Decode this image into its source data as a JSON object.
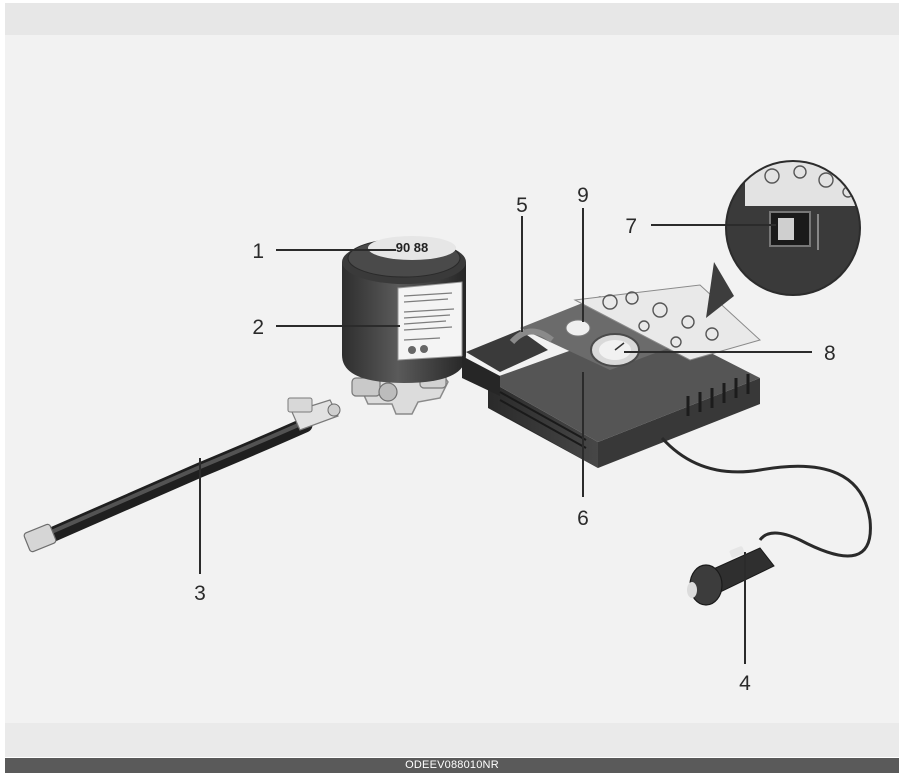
{
  "diagram": {
    "callouts": [
      {
        "number": "1"
      },
      {
        "number": "2"
      },
      {
        "number": "3"
      },
      {
        "number": "4"
      },
      {
        "number": "5"
      },
      {
        "number": "6"
      },
      {
        "number": "7"
      },
      {
        "number": "8"
      },
      {
        "number": "9"
      }
    ]
  },
  "caption": {
    "code": "ODEEV088010NR",
    "background_color": "#5a5a5a",
    "text_color": "#ffffff"
  },
  "icons": [
    "sealant-bottle-icon",
    "compressor-icon",
    "hose-icon",
    "power-plug-icon",
    "switch-detail-icon"
  ]
}
